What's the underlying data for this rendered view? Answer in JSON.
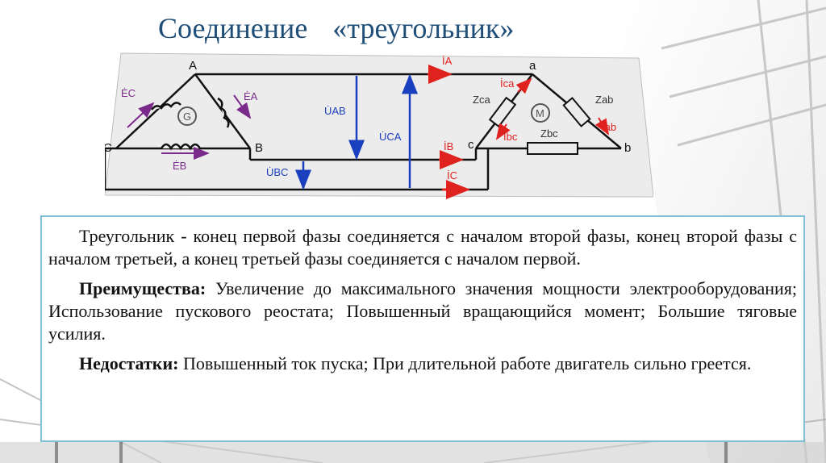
{
  "slide": {
    "title": "Соединение «треугольник»"
  },
  "diagram": {
    "labels": {
      "node_a_gen": "A",
      "node_b_gen": "B",
      "node_c_gen": "C",
      "generator": "G",
      "motor": "M",
      "e_a": "ĖA",
      "e_b": "ĖB",
      "e_c": "ĖC",
      "u_ab": "U̇AB",
      "u_bc": "U̇BC",
      "u_ca": "U̇CA",
      "i_a": "İA",
      "i_b": "İB",
      "i_c": "İC",
      "i_ca": "İca",
      "i_bc": "İbc",
      "i_ab": "İab",
      "node_a_load": "a",
      "node_b_load": "b",
      "node_c_load": "c",
      "z_ca": "Zca",
      "z_ab": "Zab",
      "z_bc": "Zbc"
    }
  },
  "text": {
    "p1": "Треугольник - конец первой фазы соединяется с началом второй фазы, конец второй фазы с началом третьей, а конец третьей фазы соединяется с началом первой.",
    "p2_label": "Преимущества:",
    "p2_body": " Увеличение до максимального значения мощности электрооборудования; Использование пускового реостата; Повышенный вращающийся момент; Большие тяговые усилия.",
    "p3_label": "Недостатки:",
    "p3_body": " Повышенный ток пуска; При длительной работе двигатель сильно греется."
  },
  "colors": {
    "title": "#1f4e79",
    "arrow_current": "#e0221f",
    "arrow_voltage": "#1a3fbf",
    "emf": "#7a2a8a",
    "box_border": "#7fc0d8"
  }
}
